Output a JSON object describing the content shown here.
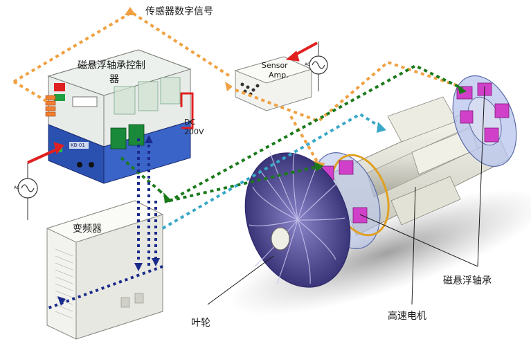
{
  "labels": {
    "sensor_signal": "传感器数字信号",
    "controller": "磁悬浮轴承控制",
    "controller_line2": "器",
    "sensor_amp_line1": "Sensor",
    "sensor_amp_line2": "Amp.",
    "dc": "DC",
    "dc_voltage": "200V",
    "inverter": "变频器",
    "bearing": "磁悬浮轴承",
    "motor": "高速电机",
    "impeller": "叶轮",
    "ac_left": "AC",
    "ac_top": "AC",
    "panel_text": "KB-01"
  },
  "colors": {
    "orange_signal": "#f0a040",
    "green_signal": "#1a7a1a",
    "blue_signal": "#3aa8c8",
    "navy_signal": "#1a2a8a",
    "power_red": "#e02020",
    "magnet_pink": "#d040c8"
  }
}
